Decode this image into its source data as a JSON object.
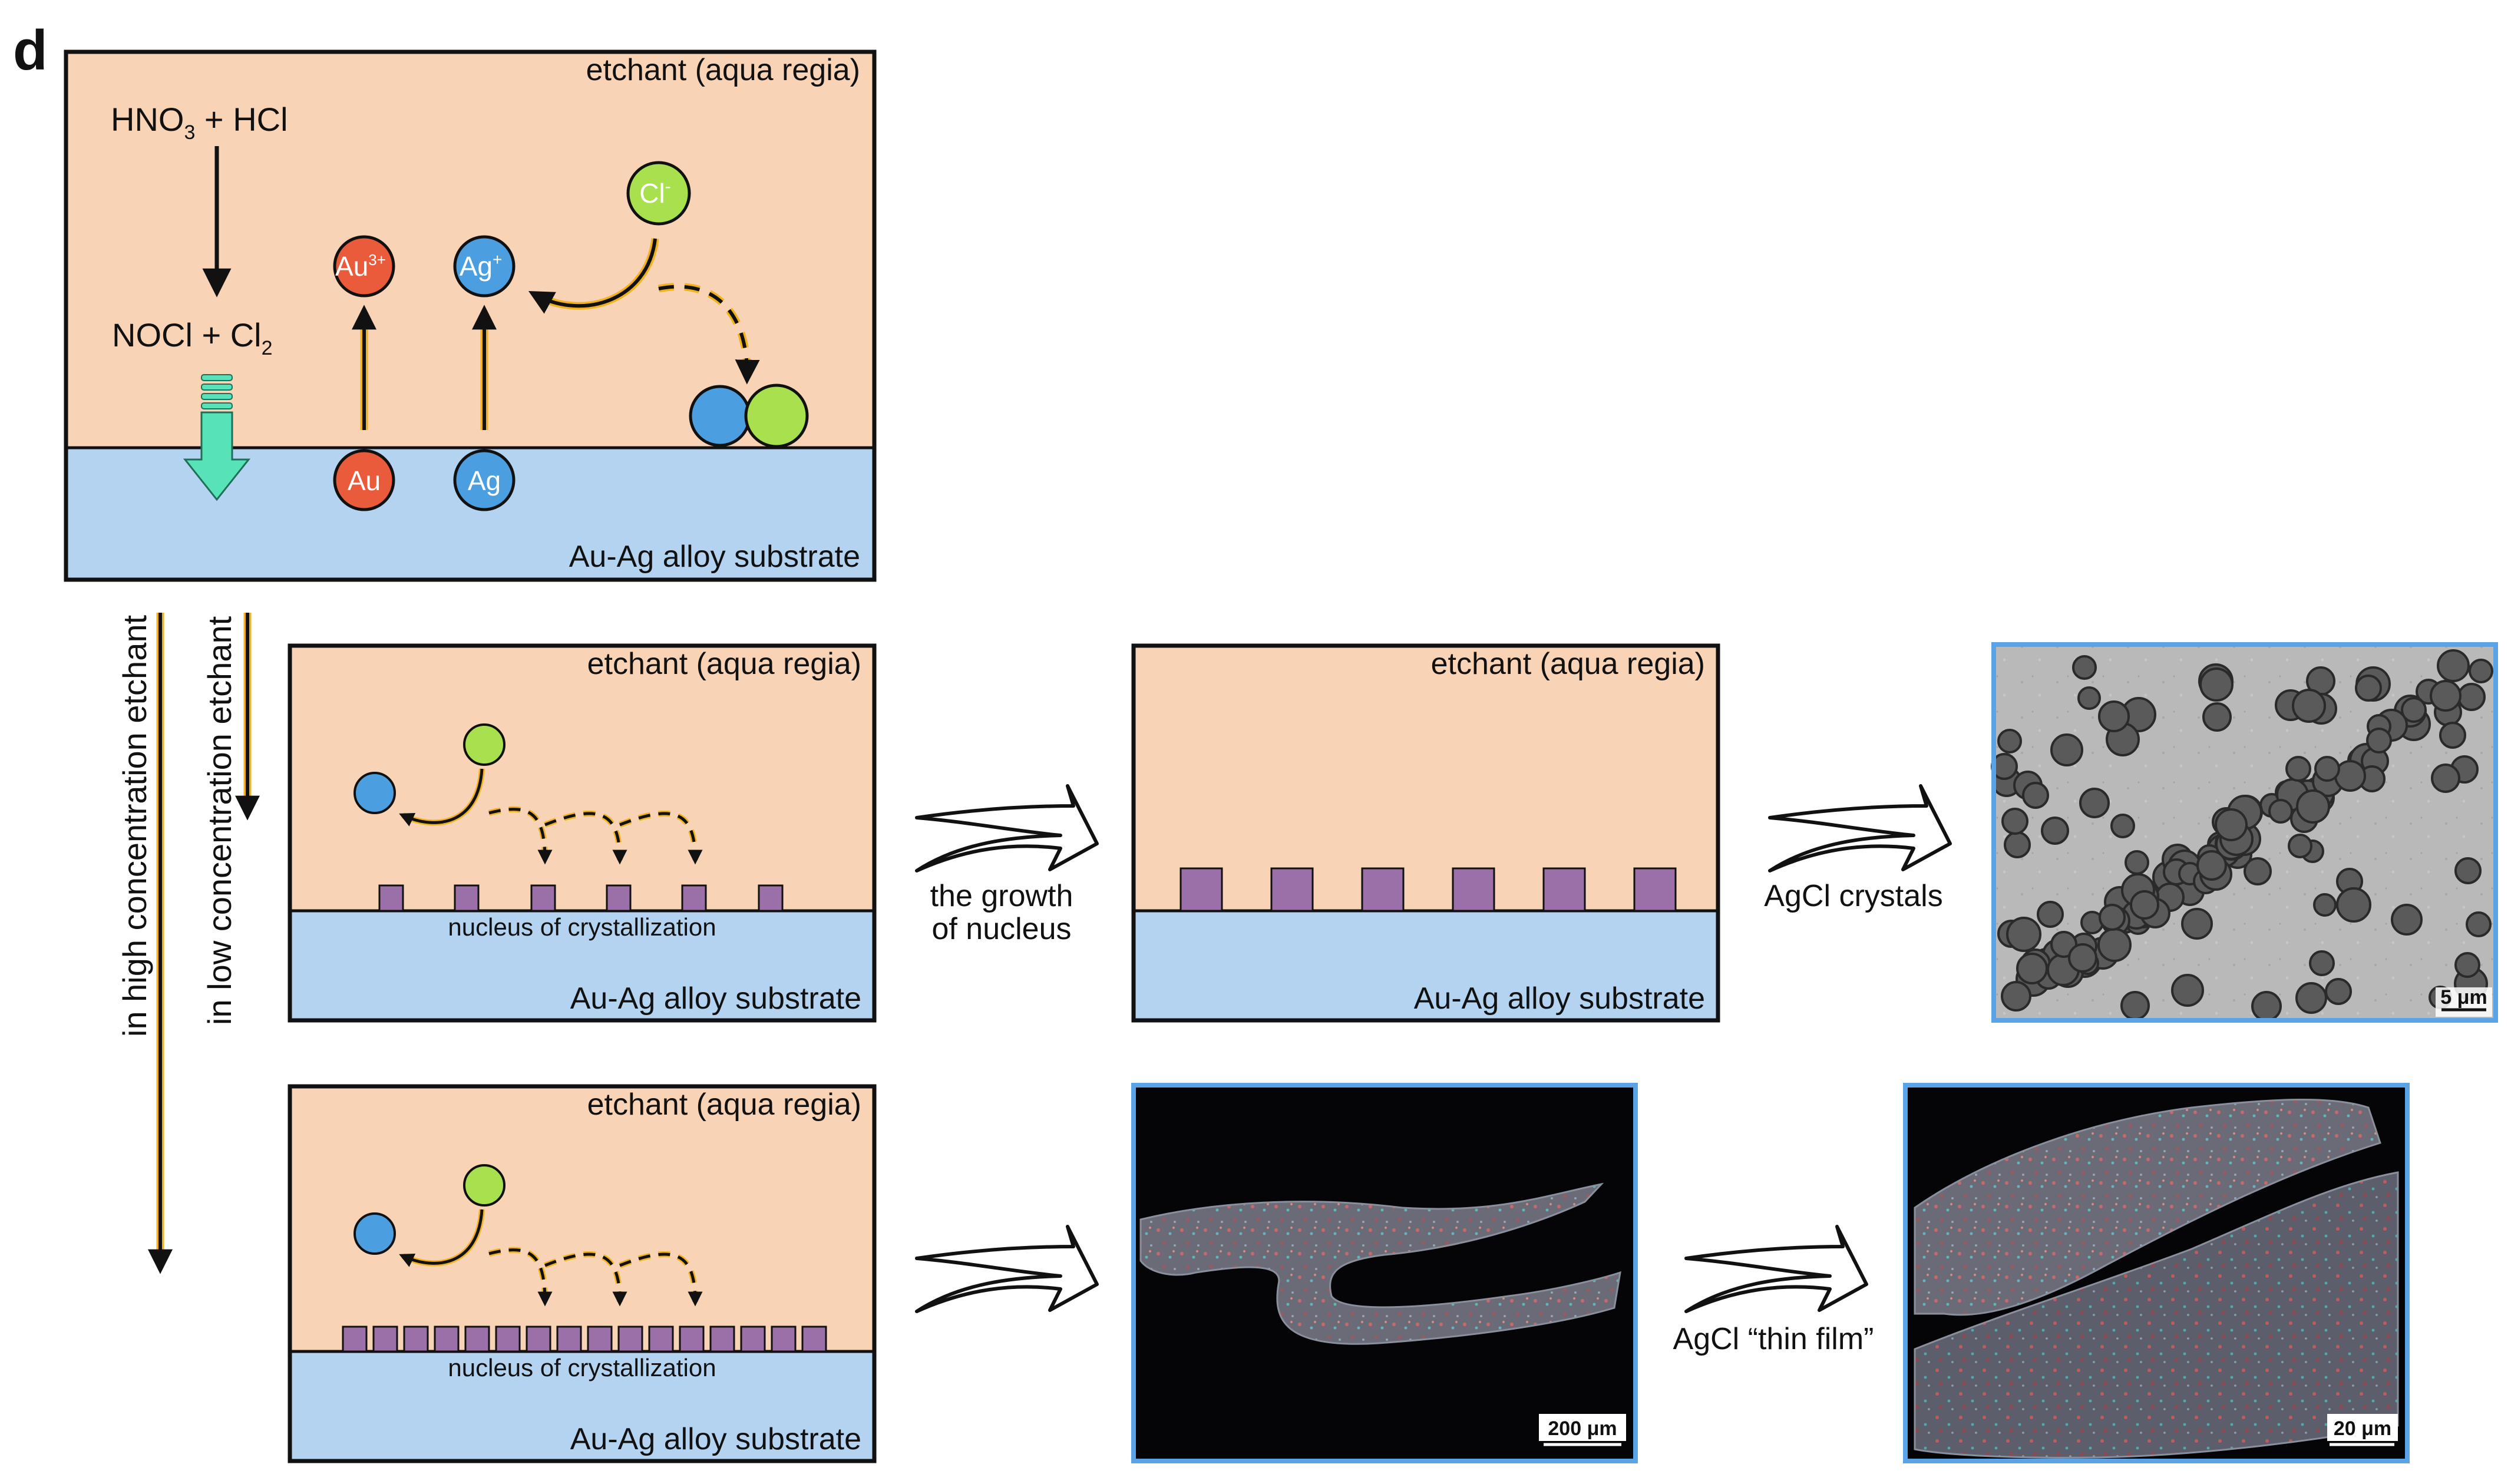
{
  "figure": {
    "panel_letter": "d",
    "colors": {
      "etchant": "#f8d3b5",
      "substrate": "#b3d3f0",
      "nucleus": "#9b6fa8",
      "gold_ion": "#e95b3a",
      "silver_ion": "#4b9fe0",
      "chloride_ion": "#a8e04e",
      "arrow_accent": "#f2b21b",
      "photo_border": "#5aa3e6"
    },
    "top_panel": {
      "etchant_label": "etchant (aqua regia)",
      "substrate_label": "Au-Ag alloy substrate",
      "reactants_main": "HNO",
      "reactants_sub": "3",
      "reactants_rest": " + HCl",
      "products_main": "NOCl + Cl",
      "products_sub": "2",
      "ions": {
        "gold_ion": "Au",
        "gold_ion_charge": "3+",
        "silver_ion": "Ag",
        "silver_ion_charge": "+",
        "chloride_ion": "Cl",
        "chloride_ion_charge": "-",
        "gold_atom": "Au",
        "silver_atom": "Ag"
      }
    },
    "branch_labels": {
      "high": "in high concentration etchant",
      "low": "in low concentration etchant"
    },
    "low_row": {
      "panel1": {
        "etchant_label": "etchant (aqua regia)",
        "nucleus_label": "nucleus of crystallization",
        "substrate_label": "Au-Ag alloy substrate"
      },
      "arrow1_label_line1": "the growth",
      "arrow1_label_line2": "of nucleus",
      "panel2": {
        "etchant_label": "etchant (aqua regia)",
        "substrate_label": "Au-Ag alloy substrate"
      },
      "arrow2_label": "AgCl crystals",
      "photo_scale": "5 μm"
    },
    "high_row": {
      "panel1": {
        "etchant_label": "etchant (aqua regia)",
        "nucleus_label": "nucleus of crystallization",
        "substrate_label": "Au-Ag alloy substrate"
      },
      "photo1_scale": "200 μm",
      "arrow_label": "AgCl “thin film”",
      "photo2_scale": "20 μm"
    }
  }
}
